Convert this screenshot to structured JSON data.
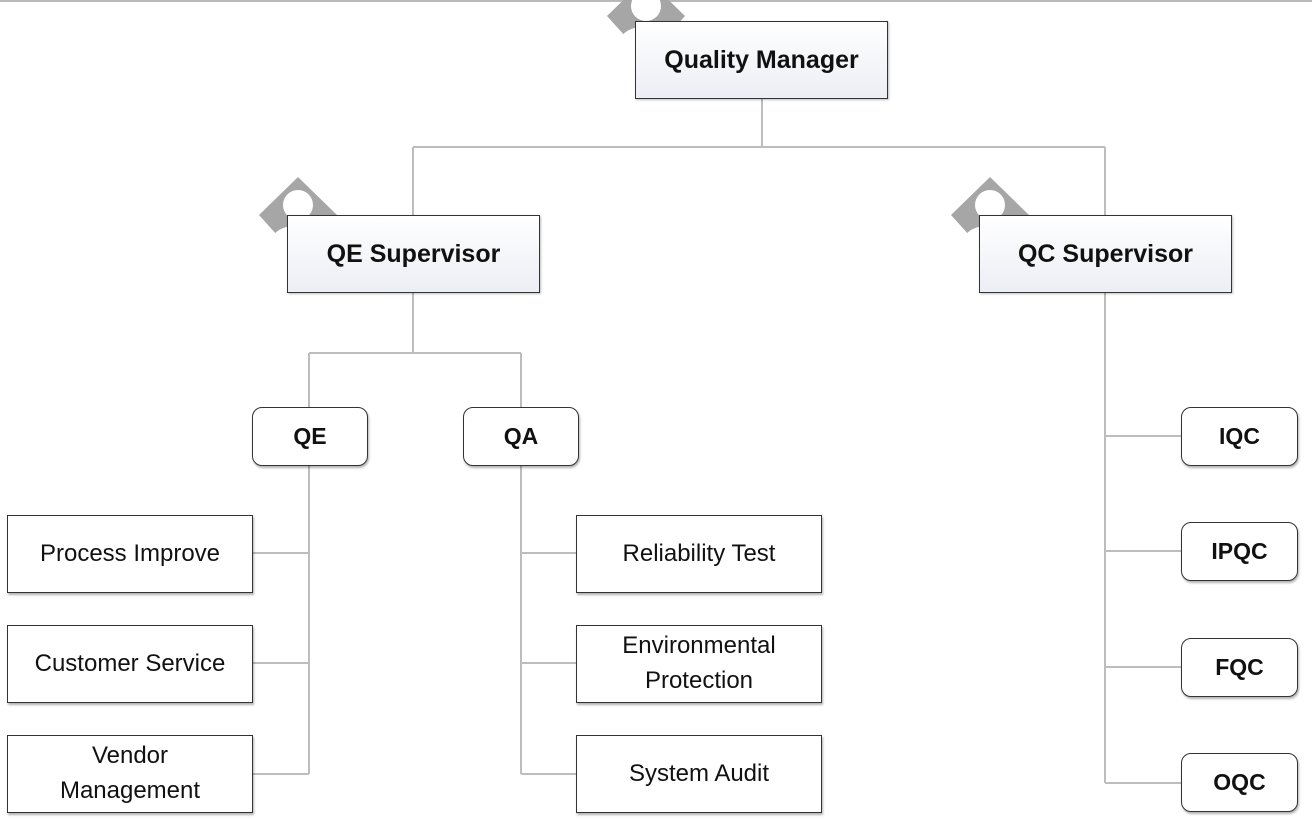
{
  "org_chart": {
    "root": {
      "title": "Quality Manager",
      "icon": "person-icon"
    },
    "qe_supervisor": {
      "title": "QE Supervisor",
      "icon": "person-icon"
    },
    "qc_supervisor": {
      "title": "QC Supervisor",
      "icon": "person-icon"
    },
    "qe": {
      "title": "QE",
      "children": [
        {
          "line1": "Process Improve",
          "line2": ""
        },
        {
          "line1": "Customer Service",
          "line2": ""
        },
        {
          "line1": "Vendor",
          "line2": "Management"
        }
      ]
    },
    "qa": {
      "title": "QA",
      "children": [
        {
          "line1": "Reliability Test",
          "line2": ""
        },
        {
          "line1": "Environmental",
          "line2": "Protection"
        },
        {
          "line1": "System Audit",
          "line2": ""
        }
      ]
    },
    "qc_units": [
      "IQC",
      "IPQC",
      "FQC",
      "OQC"
    ]
  },
  "colors": {
    "connector": "#bdbdbd",
    "border": "#333333",
    "icon": "#a6a6a6",
    "manager_gradient_bottom": "#eceef5"
  }
}
